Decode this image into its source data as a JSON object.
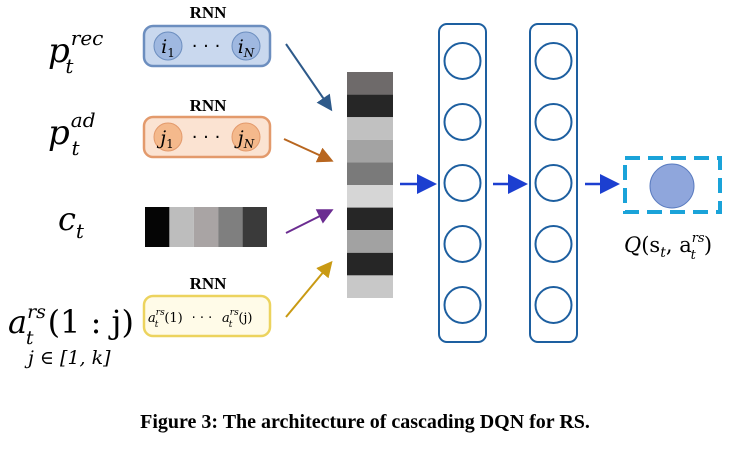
{
  "colors": {
    "rec_fill": "#c9d8ee",
    "rec_stroke": "#6c8ebf",
    "rec_circle": "#9fb8e0",
    "ad_fill": "#fbe3d2",
    "ad_stroke": "#e39a6c",
    "ad_circle": "#f4b98c",
    "rs_fill": "#fffbe8",
    "rs_stroke": "#ecd35e",
    "arrow_rec": "#2e5a8a",
    "arrow_ad": "#b8661f",
    "arrow_ct": "#6b2c91",
    "arrow_rs": "#c99a13",
    "arrow_flow": "#1c3fd0",
    "layer_stroke": "#1d5fa0",
    "output_dash": "#1aa3d9",
    "output_fill": "#8fa6dc"
  },
  "inputs": {
    "p_rec": {
      "base": "p",
      "sub": "t",
      "sup": "rec"
    },
    "p_ad": {
      "base": "p",
      "sub": "t",
      "sup": "ad"
    },
    "c_t": {
      "base": "c",
      "sub": "t"
    },
    "a_rs": {
      "base": "a",
      "sub": "t",
      "sup": "rs",
      "arg": "(1 : j)"
    },
    "a_rs_range": "j ∈ [1, k]"
  },
  "rnn_label": "RNN",
  "rnn_rec": {
    "first": "i",
    "first_sub": "1",
    "dots": "· · ·",
    "last": "i",
    "last_sub": "N"
  },
  "rnn_ad": {
    "first": "j",
    "first_sub": "1",
    "dots": "· · ·",
    "last": "j",
    "last_sub": "N"
  },
  "rnn_rs": {
    "first": "a",
    "first_sub": "t",
    "first_sup": "rs",
    "first_arg": "(1)",
    "dots": "· · ·",
    "last": "a",
    "last_sub": "t",
    "last_sup": "rs",
    "last_arg": "(j)"
  },
  "ct_cells": [
    "#050505",
    "#bdbdbd",
    "#a9a4a4",
    "#7f7f7f",
    "#3a3a3a"
  ],
  "state_cells": [
    "#6e6a6a",
    "#262626",
    "#c1c1c1",
    "#a3a3a3",
    "#7a7a7a",
    "#d6d6d6",
    "#262626",
    "#a2a2a2",
    "#262626",
    "#c8c8c8"
  ],
  "output_label": {
    "base": "Q",
    "args_open": "(s",
    "s_sub": "t",
    "sep": ", a",
    "a_sub": "t",
    "a_sup": "rs",
    "close": ")"
  },
  "caption": "Figure 3: The architecture of cascading DQN for RS."
}
